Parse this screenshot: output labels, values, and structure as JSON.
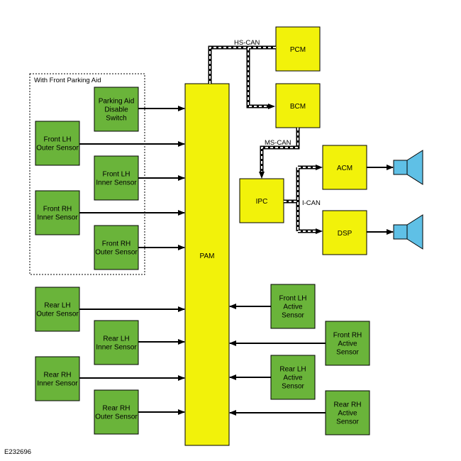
{
  "figure_id": "E232696",
  "group_label": "With Front Parking Aid",
  "modules": {
    "pam": "PAM",
    "pcm": "PCM",
    "bcm": "BCM",
    "ipc": "IPC",
    "acm": "ACM",
    "dsp": "DSP"
  },
  "bus_labels": {
    "hs_can": "HS-CAN",
    "ms_can": "MS-CAN",
    "i_can": "I-CAN"
  },
  "sensors": {
    "parking_aid_disable_switch": [
      "Parking Aid",
      "Disable",
      "Switch"
    ],
    "front_lh_outer": [
      "Front LH",
      "Outer Sensor"
    ],
    "front_lh_inner": [
      "Front LH",
      "Inner Sensor"
    ],
    "front_rh_inner": [
      "Front RH",
      "Inner Sensor"
    ],
    "front_rh_outer": [
      "Front RH",
      "Outer Sensor"
    ],
    "rear_lh_outer": [
      "Rear LH",
      "Outer Sensor"
    ],
    "rear_lh_inner": [
      "Rear LH",
      "Inner Sensor"
    ],
    "rear_rh_inner": [
      "Rear RH",
      "Inner Sensor"
    ],
    "rear_rh_outer": [
      "Rear RH",
      "Outer Sensor"
    ],
    "front_lh_active": [
      "Front LH",
      "Active",
      "Sensor"
    ],
    "front_rh_active": [
      "Front RH",
      "Active",
      "Sensor"
    ],
    "rear_lh_active": [
      "Rear LH",
      "Active",
      "Sensor"
    ],
    "rear_rh_active": [
      "Rear RH",
      "Active",
      "Sensor"
    ]
  },
  "colors": {
    "module_fill": "#f2f20a",
    "sensor_fill": "#6ab43a",
    "speaker_fill": "#5fc0e6",
    "stroke": "#000000"
  }
}
